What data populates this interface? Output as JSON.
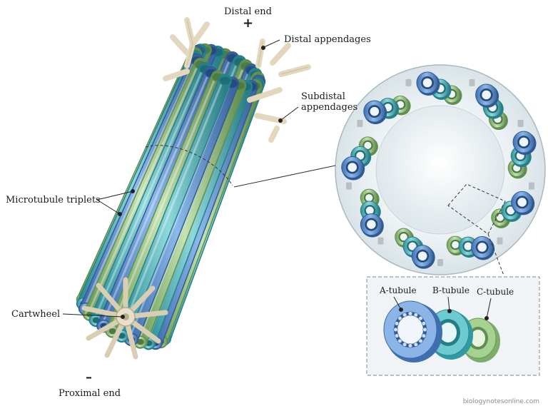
{
  "labels": {
    "distal_end": "Distal end",
    "plus_sign": "+",
    "distal_appendages": "Distal appendages",
    "subdistal_appendages_line1": "Subdistal",
    "subdistal_appendages_line2": "appendages",
    "microtubule_triplets": "Microtubule triplets",
    "cartwheel": "Cartwheel",
    "minus_sign": "–",
    "proximal_end": "Proximal end",
    "a_tubule": "A-tubule",
    "b_tubule": "B-tubule",
    "c_tubule": "C-tubule"
  },
  "credit": "biologynotesonline.com",
  "colors": {
    "a_tubule_blue": "#6f9fd8",
    "b_tubule_teal": "#5cbcc4",
    "c_tubule_green": "#9cc98a",
    "appendage_cream": "#e6dcc4",
    "cross_section_bg": "#e4ecef",
    "label_line": "#222222"
  },
  "cross_section": {
    "triplet_count": 9
  }
}
